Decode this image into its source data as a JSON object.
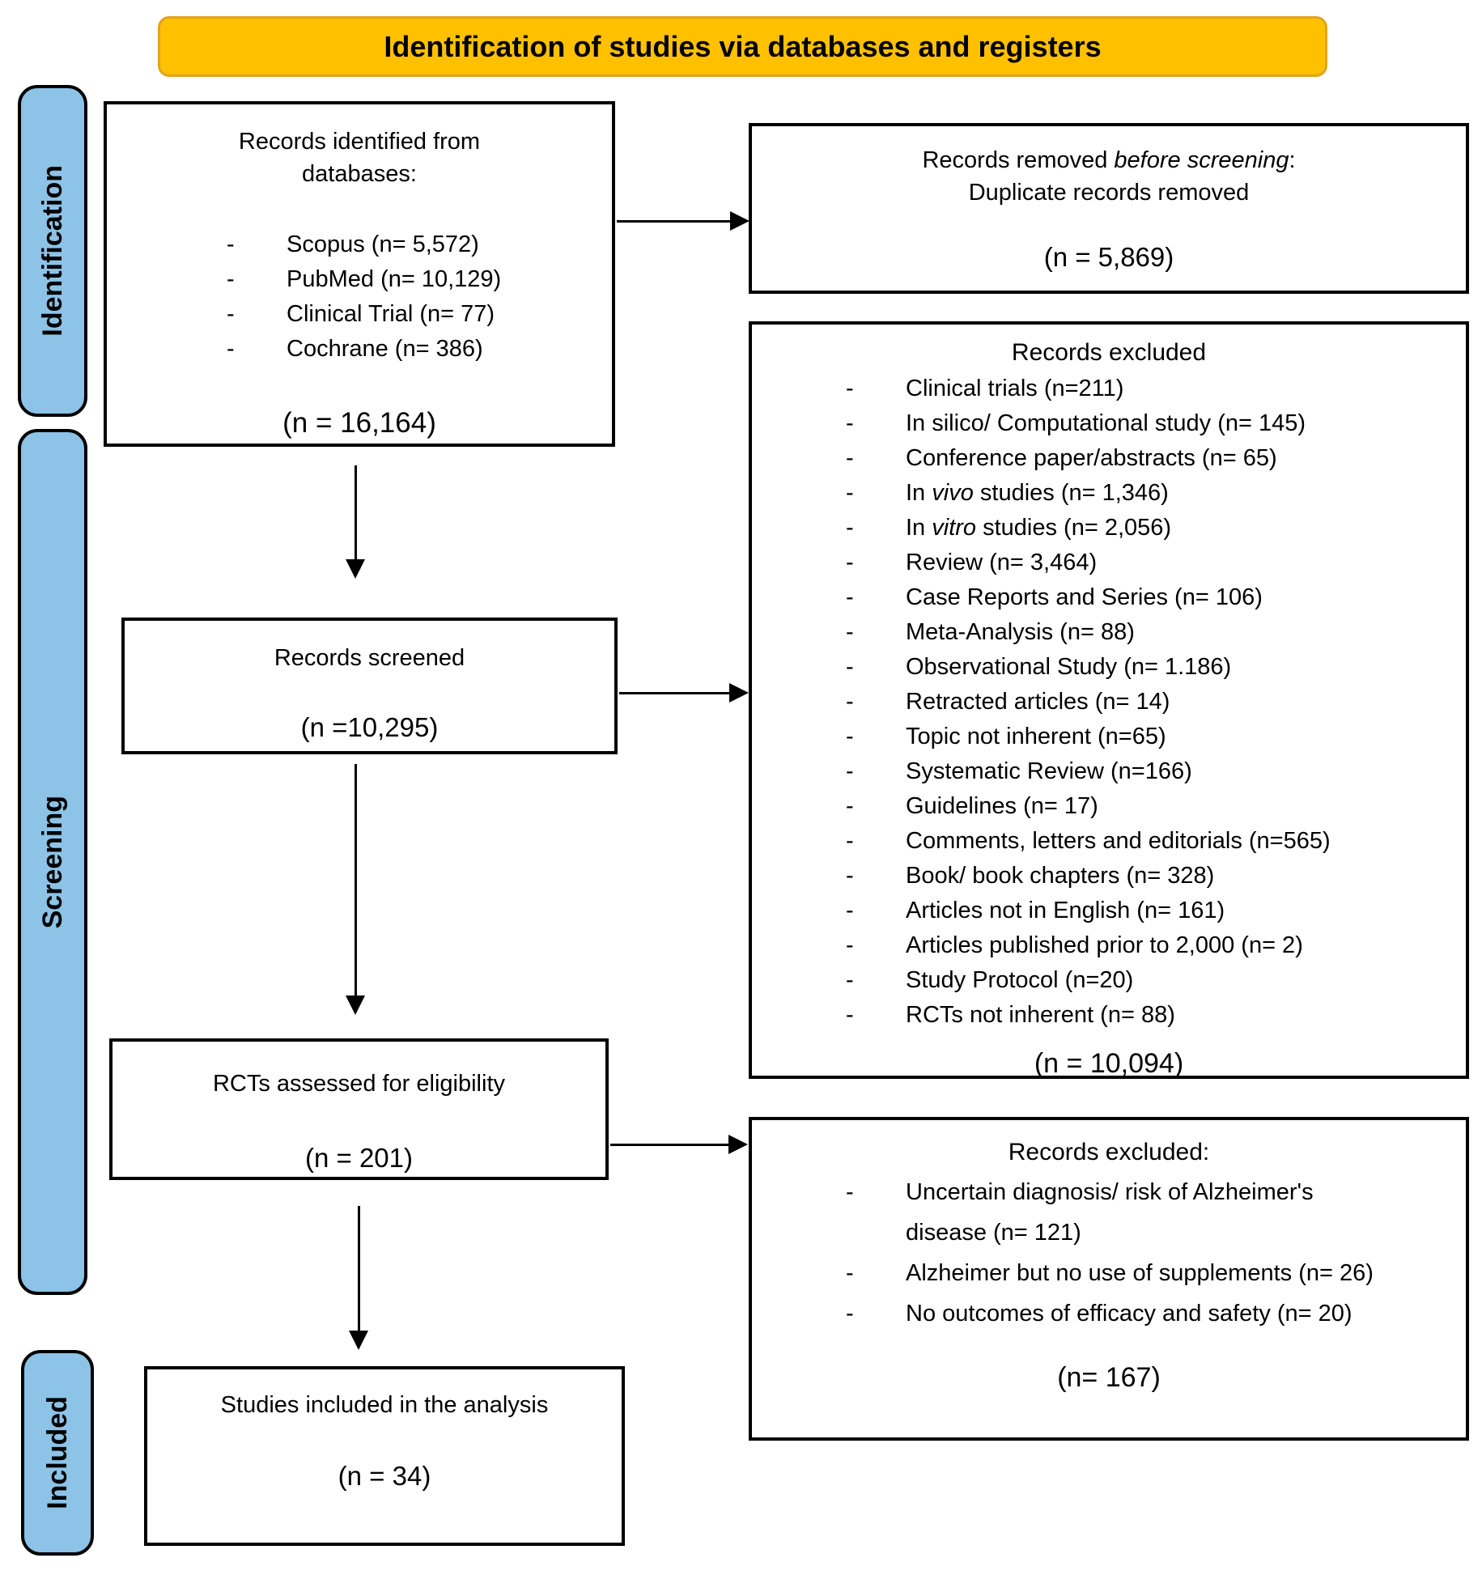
{
  "banner": {
    "title": "Identification of studies via databases and registers"
  },
  "colors": {
    "banner_bg": "#FFC000",
    "banner_border": "#DFA420",
    "stage_bg": "#8CC3E7",
    "line": "#000000"
  },
  "stages": {
    "identification": "Identification",
    "screening": "Screening",
    "included": "Included"
  },
  "boxes": {
    "identified": {
      "title": "Records identified from databases:",
      "items": [
        {
          "pre": "Scopus (n= 5,572)",
          "it": "",
          "post": ""
        },
        {
          "pre": "PubMed (n= 10,129)",
          "it": "",
          "post": ""
        },
        {
          "pre": "Clinical Trial (n= 77)",
          "it": "",
          "post": ""
        },
        {
          "pre": "Cochrane (n= 386)",
          "it": "",
          "post": ""
        }
      ],
      "total": "(n = 16,164)"
    },
    "removed_before": {
      "title_pre": "Records removed ",
      "title_it": "before screening",
      "title_post": ":",
      "subtitle": "Duplicate records removed",
      "total": "(n = 5,869)"
    },
    "screened": {
      "title": "Records screened",
      "total": "(n =10,295)"
    },
    "excluded_screening": {
      "title": "Records excluded",
      "items": [
        {
          "pre": "Clinical trials (n=211)",
          "it": "",
          "post": ""
        },
        {
          "pre": "In silico/ Computational study (n= 145)",
          "it": "",
          "post": ""
        },
        {
          "pre": "Conference paper/abstracts (n= 65)",
          "it": "",
          "post": ""
        },
        {
          "pre": "In ",
          "it": "vivo",
          "post": " studies (n= 1,346)"
        },
        {
          "pre": "In ",
          "it": "vitro",
          "post": " studies (n= 2,056)"
        },
        {
          "pre": "Review (n= 3,464)",
          "it": "",
          "post": ""
        },
        {
          "pre": "Case Reports and Series (n= 106)",
          "it": "",
          "post": ""
        },
        {
          "pre": "Meta-Analysis (n= 88)",
          "it": "",
          "post": ""
        },
        {
          "pre": "Observational Study (n= 1.186)",
          "it": "",
          "post": ""
        },
        {
          "pre": "Retracted articles (n= 14)",
          "it": "",
          "post": ""
        },
        {
          "pre": "Topic not inherent (n=65)",
          "it": "",
          "post": ""
        },
        {
          "pre": "Systematic Review (n=166)",
          "it": "",
          "post": ""
        },
        {
          "pre": "Guidelines (n= 17)",
          "it": "",
          "post": ""
        },
        {
          "pre": "Comments, letters and editorials (n=565)",
          "it": "",
          "post": ""
        },
        {
          "pre": "Book/ book chapters (n= 328)",
          "it": "",
          "post": ""
        },
        {
          "pre": "Articles not in English (n= 161)",
          "it": "",
          "post": ""
        },
        {
          "pre": "Articles published prior to 2,000 (n= 2)",
          "it": "",
          "post": ""
        },
        {
          "pre": "Study Protocol (n=20)",
          "it": "",
          "post": ""
        },
        {
          "pre": "RCTs not inherent (n= 88)",
          "it": "",
          "post": ""
        }
      ],
      "total": "(n = 10,094)"
    },
    "assessed": {
      "title": "RCTs assessed for eligibility",
      "total": "(n = 201)"
    },
    "excluded_eligibility": {
      "title": "Records excluded:",
      "items": [
        {
          "pre": "Uncertain diagnosis/ risk of Alzheimer's disease (n= 121)",
          "it": "",
          "post": ""
        },
        {
          "pre": "Alzheimer but no use of supplements (n= 26)",
          "it": "",
          "post": ""
        },
        {
          "pre": "No outcomes of efficacy and safety (n= 20)",
          "it": "",
          "post": ""
        }
      ],
      "total": "(n= 167)"
    },
    "included_analysis": {
      "title": "Studies included in the analysis",
      "total": "(n = 34)"
    }
  }
}
